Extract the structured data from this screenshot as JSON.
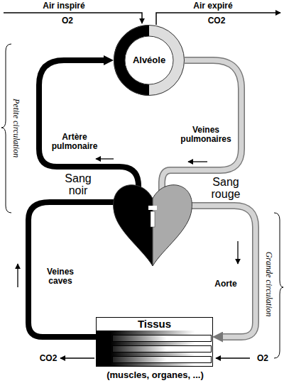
{
  "diagram": {
    "nodes": [
      {
        "text": [
          "Alvéole"
        ]
      },
      {
        "text": [
          "Tissus",
          "(muscles, organes, ...)"
        ]
      }
    ],
    "edges": [
      {
        "from": 1,
        "to": 0,
        "arrow": "to"
      },
      {
        "from": 0,
        "to": 1,
        "arrow": "to"
      }
    ],
    "labels": [
      "Air inspiré",
      "O2",
      "Air expiré",
      "CO2",
      "Petite circulation",
      "Artère pulmonaire",
      "Veines pulmonaires",
      "Sang noir",
      "Sang rouge",
      "Grande circulation",
      "Veines caves",
      "Aorte",
      "CO2",
      "O2"
    ]
  }
}
